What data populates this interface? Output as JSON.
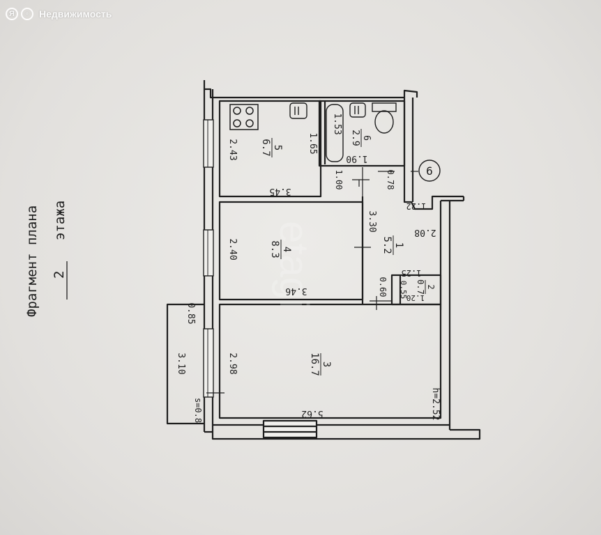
{
  "watermark": {
    "logo_letter": "Я",
    "text": "Недвижимость"
  },
  "title": {
    "line1": "Фрагмент плана",
    "floor_number": "2",
    "line2": "этажа"
  },
  "axis_marker": "6",
  "brand_watermark": "etagi",
  "rooms": [
    {
      "number": "5",
      "area": "6.7"
    },
    {
      "number": "6",
      "area": "2.9"
    },
    {
      "number": "4",
      "area": "8.3"
    },
    {
      "number": "1",
      "area": "5.2"
    },
    {
      "number": "2",
      "area": "0.7"
    },
    {
      "number": "3",
      "area": "16.7"
    }
  ],
  "dimensions": {
    "kitchen_height": "2.43",
    "kitchen_depth": "1.65",
    "kitchen_width": "3.45",
    "bath_height": "1.53",
    "bath_width": "1.90",
    "door_a": "1.00",
    "door_b": "0.78",
    "corridor_width": "1.22",
    "corridor_length": "2.08",
    "room4_height": "2.40",
    "room4_right": "3.30",
    "room4_width": "3.46",
    "closet_width": "1.25",
    "closet_depth": "0.55",
    "closet_side": "1.20",
    "closet_door": "0.60",
    "room3_height": "2.98",
    "room3_width": "5.62",
    "ceiling_height": "h=2.52",
    "balcony_length": "3.10",
    "balcony_depth": "0.85",
    "balcony_area": "s=0.8"
  },
  "colors": {
    "paper": "#e3e1de",
    "ink": "#1e1e1e",
    "wall_fill": "#f1f0ed"
  }
}
